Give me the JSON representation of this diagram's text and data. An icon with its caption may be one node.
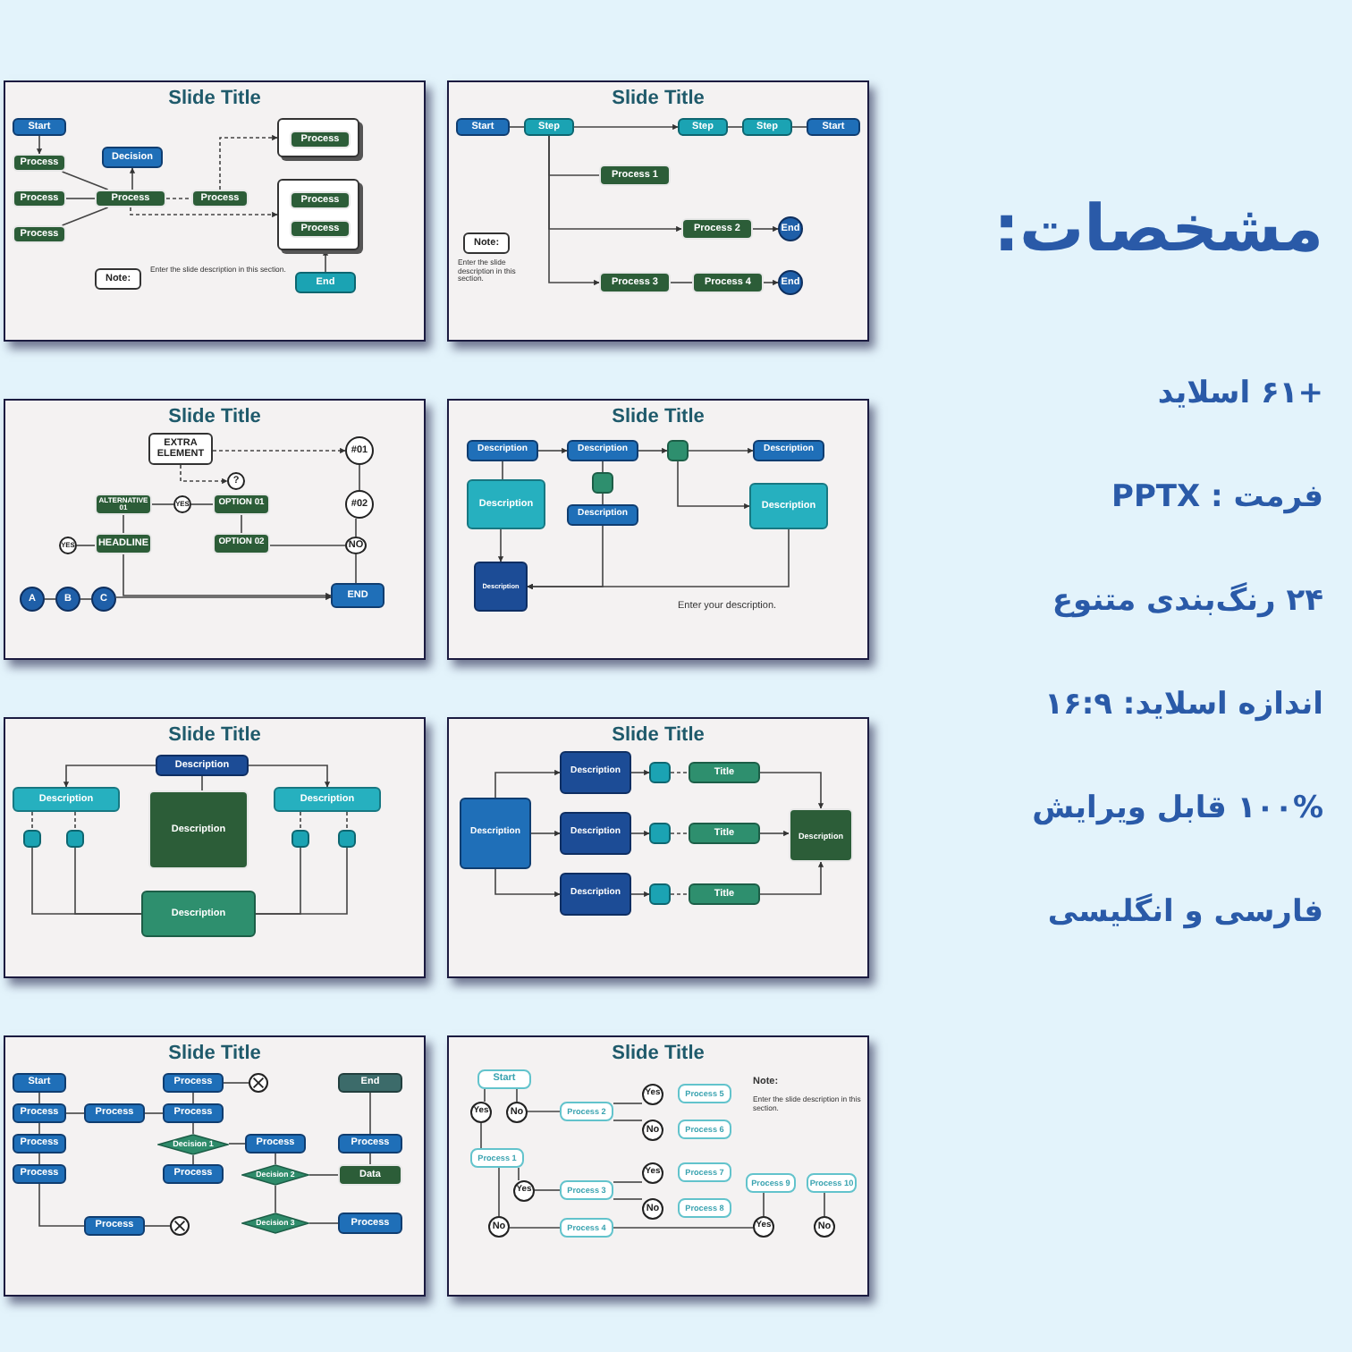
{
  "diagram": {
    "title": "مشخصات:",
    "nodes": [
      {
        "text": [
          "Slide Title"
        ]
      },
      {
        "text": [
          "Start"
        ],
        "in": 0
      },
      {
        "text": [
          "Process"
        ],
        "in": 0
      },
      {
        "text": [
          "Process"
        ],
        "in": 0
      },
      {
        "text": [
          "Process"
        ],
        "in": 0
      },
      {
        "text": [
          "Decision"
        ],
        "in": 0
      },
      {
        "text": [
          "Process"
        ],
        "in": 0
      },
      {
        "text": [
          "Process"
        ],
        "in": 0
      },
      {
        "text": [],
        "shape": "box",
        "in": 0
      },
      {
        "text": [
          "Process"
        ],
        "in": 8
      },
      {
        "text": [],
        "shape": "box",
        "in": 0
      },
      {
        "text": [
          "Process"
        ],
        "in": 10
      },
      {
        "text": [
          "Process"
        ],
        "in": 10
      },
      {
        "text": [
          "End"
        ],
        "in": 0
      },
      {
        "text": [
          "Note:"
        ],
        "in": 0,
        "beside": [
          "Enter the slide description in this section."
        ]
      },
      {
        "text": [
          "Slide Title"
        ]
      },
      {
        "text": [
          "Start"
        ],
        "in": 15
      },
      {
        "text": [
          "Step"
        ],
        "in": 15
      },
      {
        "text": [
          "Step"
        ],
        "in": 15
      },
      {
        "text": [
          "Step"
        ],
        "in": 15
      },
      {
        "text": [
          "Start"
        ],
        "in": 15
      },
      {
        "text": [
          "Process 1"
        ],
        "in": 15
      },
      {
        "text": [
          "Process 2"
        ],
        "in": 15
      },
      {
        "text": [
          "End"
        ],
        "in": 15
      },
      {
        "text": [
          "Process 3"
        ],
        "in": 15
      },
      {
        "text": [
          "Process 4"
        ],
        "in": 15
      },
      {
        "text": [
          "End"
        ],
        "in": 15
      },
      {
        "text": [
          "Note:"
        ],
        "in": 15,
        "beside": [
          "Enter the slide description in this section."
        ]
      },
      {
        "text": [
          "Slide Title"
        ]
      },
      {
        "text": [
          "EXTRA ELEMENT"
        ],
        "in": 28
      },
      {
        "text": [
          "#01"
        ],
        "in": 28
      },
      {
        "text": [
          "?"
        ],
        "in": 28
      },
      {
        "text": [
          "ALTERNATIVE 01"
        ],
        "in": 28
      },
      {
        "text": [
          "YES"
        ],
        "in": 28
      },
      {
        "text": [
          "OPTION 01"
        ],
        "in": 28
      },
      {
        "text": [
          "#02"
        ],
        "in": 28
      },
      {
        "text": [
          "YES"
        ],
        "in": 28
      },
      {
        "text": [
          "HEADLINE"
        ],
        "in": 28
      },
      {
        "text": [
          "OPTION 02"
        ],
        "in": 28
      },
      {
        "text": [
          "NO"
        ],
        "in": 28
      },
      {
        "text": [
          "A"
        ],
        "in": 28
      },
      {
        "text": [
          "B"
        ],
        "in": 28
      },
      {
        "text": [
          "C"
        ],
        "in": 28
      },
      {
        "text": [
          "END"
        ],
        "in": 28
      },
      {
        "text": [
          "Slide Title"
        ]
      },
      {
        "text": [
          "Description"
        ],
        "in": 44
      },
      {
        "text": [
          "Description"
        ],
        "in": 44
      },
      {
        "text": [],
        "shape": "box",
        "in": 44
      },
      {
        "text": [
          "Description"
        ],
        "in": 44
      },
      {
        "text": [
          "Description"
        ],
        "in": 44
      },
      {
        "text": [],
        "shape": "box",
        "in": 44
      },
      {
        "text": [
          "Description"
        ],
        "in": 44
      },
      {
        "text": [
          "Description"
        ],
        "in": 44
      },
      {
        "text": [
          "Description"
        ],
        "in": 44
      },
      {
        "text": [
          "Slide Title"
        ]
      },
      {
        "text": [
          "Description"
        ],
        "in": 54
      },
      {
        "text": [
          "Description"
        ],
        "in": 54
      },
      {
        "text": [
          "Description"
        ],
        "in": 54
      },
      {
        "text": [
          "Description"
        ],
        "in": 54
      },
      {
        "text": [],
        "shape": "box",
        "in": 54
      },
      {
        "text": [],
        "shape": "box",
        "in": 54
      },
      {
        "text": [],
        "shape": "box",
        "in": 54
      },
      {
        "text": [],
        "shape": "box",
        "in": 54
      },
      {
        "text": [
          "Description"
        ],
        "in": 54
      },
      {
        "text": [
          "Slide Title"
        ]
      },
      {
        "text": [
          "Description"
        ],
        "in": 64
      },
      {
        "text": [
          "Description"
        ],
        "in": 64
      },
      {
        "text": [
          "Description"
        ],
        "in": 64
      },
      {
        "text": [
          "Description"
        ],
        "in": 64
      },
      {
        "text": [],
        "shape": "box",
        "in": 64
      },
      {
        "text": [],
        "shape": "box",
        "in": 64
      },
      {
        "text": [],
        "shape": "box",
        "in": 64
      },
      {
        "text": [
          "Title"
        ],
        "in": 64
      },
      {
        "text": [
          "Title"
        ],
        "in": 64
      },
      {
        "text": [
          "Title"
        ],
        "in": 64
      },
      {
        "text": [
          "Description"
        ],
        "in": 64
      },
      {
        "text": [
          "Slide Title"
        ]
      },
      {
        "text": [
          "Start"
        ],
        "in": 76
      },
      {
        "text": [
          "Process"
        ],
        "in": 76
      },
      {
        "text": [
          "Process"
        ],
        "in": 76
      },
      {
        "text": [
          "Process"
        ],
        "in": 76
      },
      {
        "text": [
          "Process"
        ],
        "in": 76
      },
      {
        "text": [
          "Process"
        ],
        "in": 76
      },
      {
        "text": [
          "Process"
        ],
        "in": 76
      },
      {
        "text": [
          "Process"
        ],
        "in": 76
      },
      {
        "text": [
          "Decision 1"
        ],
        "in": 76
      },
      {
        "text": [
          "Process"
        ],
        "in": 76
      },
      {
        "text": [],
        "shape": "circle",
        "in": 76
      },
      {
        "text": [],
        "shape": "circle",
        "in": 76
      },
      {
        "text": [
          "Process"
        ],
        "in": 76
      },
      {
        "text": [
          "Decision 2"
        ],
        "in": 76
      },
      {
        "text": [
          "Decision 3"
        ],
        "in": 76
      },
      {
        "text": [
          "End"
        ],
        "in": 76
      },
      {
        "text": [
          "Process"
        ],
        "in": 76
      },
      {
        "text": [
          "Data"
        ],
        "in": 76
      },
      {
        "text": [
          "Process"
        ],
        "in": 76
      },
      {
        "text": [
          "Slide Title"
        ]
      },
      {
        "text": [
          "Start"
        ],
        "in": 96
      },
      {
        "text": [
          "Yes"
        ],
        "in": 96
      },
      {
        "text": [
          "No"
        ],
        "in": 96
      },
      {
        "text": [
          "Process 2"
        ],
        "in": 96
      },
      {
        "text": [
          "Yes"
        ],
        "in": 96
      },
      {
        "text": [
          "No"
        ],
        "in": 96
      },
      {
        "text": [
          "Process 5"
        ],
        "in": 96
      },
      {
        "text": [
          "Process 6"
        ],
        "in": 96
      },
      {
        "text": [
          "Process 1"
        ],
        "in": 96
      },
      {
        "text": [
          "Yes"
        ],
        "in": 96
      },
      {
        "text": [
          "No"
        ],
        "in": 96
      },
      {
        "text": [
          "Process 3"
        ],
        "in": 96
      },
      {
        "text": [
          "Yes"
        ],
        "in": 96
      },
      {
        "text": [
          "No"
        ],
        "in": 96
      },
      {
        "text": [
          "Process 7"
        ],
        "in": 96
      },
      {
        "text": [
          "Process 8"
        ],
        "in": 96
      },
      {
        "text": [
          "Process 9"
        ],
        "in": 96
      },
      {
        "text": [
          "Process 10"
        ],
        "in": 96
      },
      {
        "text": [
          "Process 4"
        ],
        "in": 96
      },
      {
        "text": [
          "Yes"
        ],
        "in": 96
      },
      {
        "text": [
          "No"
        ],
        "in": 96
      }
    ],
    "edges": [
      {
        "from": 1,
        "to": 2,
        "arrow": "to"
      },
      {
        "from": 2,
        "to": 6,
        "arrow": "none"
      },
      {
        "from": 3,
        "to": 6,
        "arrow": "none"
      },
      {
        "from": 4,
        "to": 6,
        "arrow": "none"
      },
      {
        "from": 6,
        "to": 5,
        "arrow": "to"
      },
      {
        "from": 6,
        "to": 7,
        "arrow": "none",
        "style": "dashed"
      },
      {
        "from": 7,
        "to": 8,
        "arrow": "to",
        "style": "dashed"
      },
      {
        "from": 6,
        "to": 10,
        "arrow": "to",
        "style": "dashed"
      },
      {
        "from": 13,
        "to": 10,
        "arrow": "to"
      },
      {
        "from": 16,
        "to": 17,
        "arrow": "none"
      },
      {
        "from": 17,
        "to": 18,
        "arrow": "to"
      },
      {
        "from": 18,
        "to": 19,
        "arrow": "none"
      },
      {
        "from": 19,
        "to": 20,
        "arrow": "none"
      },
      {
        "from": 17,
        "to": 21,
        "arrow": "none"
      },
      {
        "from": 17,
        "to": 22,
        "arrow": "to"
      },
      {
        "from": 17,
        "to": 24,
        "arrow": "to"
      },
      {
        "from": 22,
        "to": 23,
        "arrow": "to"
      },
      {
        "from": 24,
        "to": 25,
        "arrow": "none"
      },
      {
        "from": 25,
        "to": 26,
        "arrow": "to"
      },
      {
        "from": 29,
        "to": 30,
        "arrow": "to",
        "style": "dashed"
      },
      {
        "from": 29,
        "to": 31,
        "arrow": "to",
        "style": "dashed"
      },
      {
        "from": 32,
        "to": 33,
        "arrow": "none"
      },
      {
        "from": 33,
        "to": 34,
        "arrow": "none"
      },
      {
        "from": 34,
        "to": 38,
        "arrow": "none"
      },
      {
        "from": 32,
        "to": 37,
        "arrow": "none"
      },
      {
        "from": 36,
        "to": 37,
        "arrow": "none"
      },
      {
        "from": 30,
        "to": 35,
        "arrow": "none"
      },
      {
        "from": 35,
        "to": 39,
        "arrow": "none"
      },
      {
        "from": 38,
        "to": 39,
        "arrow": "none"
      },
      {
        "from": 39,
        "to": 43,
        "arrow": "none"
      },
      {
        "from": 40,
        "to": 41,
        "arrow": "none"
      },
      {
        "from": 41,
        "to": 42,
        "arrow": "none"
      },
      {
        "from": 42,
        "to": 43,
        "arrow": "to"
      },
      {
        "from": 37,
        "to": 43,
        "arrow": "to"
      },
      {
        "from": 45,
        "to": 46,
        "arrow": "to"
      },
      {
        "from": 46,
        "to": 47,
        "arrow": "to"
      },
      {
        "from": 47,
        "to": 48,
        "arrow": "to"
      },
      {
        "from": 47,
        "to": 52,
        "arrow": "to"
      },
      {
        "from": 45,
        "to": 49,
        "arrow": "none"
      },
      {
        "from": 49,
        "to": 53,
        "arrow": "to"
      },
      {
        "from": 46,
        "to": 50,
        "arrow": "none"
      },
      {
        "from": 50,
        "to": 51,
        "arrow": "none"
      },
      {
        "from": 51,
        "to": 53,
        "arrow": "to"
      },
      {
        "from": 52,
        "to": 53,
        "arrow": "to"
      },
      {
        "from": 55,
        "to": 56,
        "arrow": "to"
      },
      {
        "from": 55,
        "to": 58,
        "arrow": "to"
      },
      {
        "from": 55,
        "to": 57,
        "arrow": "none"
      },
      {
        "from": 56,
        "to": 59,
        "arrow": "none",
        "style": "dashed"
      },
      {
        "from": 56,
        "to": 60,
        "arrow": "none",
        "style": "dashed"
      },
      {
        "from": 58,
        "to": 61,
        "arrow": "none",
        "style": "dashed"
      },
      {
        "from": 58,
        "to": 62,
        "arrow": "none",
        "style": "dashed"
      },
      {
        "from": 59,
        "to": 63,
        "arrow": "none"
      },
      {
        "from": 60,
        "to": 63,
        "arrow": "none"
      },
      {
        "from": 61,
        "to": 63,
        "arrow": "none"
      },
      {
        "from": 62,
        "to": 63,
        "arrow": "none"
      },
      {
        "from": 65,
        "to": 66,
        "arrow": "to"
      },
      {
        "from": 65,
        "to": 67,
        "arrow": "to"
      },
      {
        "from": 65,
        "to": 68,
        "arrow": "to"
      },
      {
        "from": 66,
        "to": 69,
        "arrow": "to"
      },
      {
        "from": 67,
        "to": 70,
        "arrow": "to"
      },
      {
        "from": 68,
        "to": 71,
        "arrow": "to"
      },
      {
        "from": 69,
        "to": 72,
        "arrow": "none",
        "style": "dashed"
      },
      {
        "from": 70,
        "to": 73,
        "arrow": "none",
        "style": "dashed"
      },
      {
        "from": 71,
        "to": 74,
        "arrow": "none",
        "style": "dashed"
      },
      {
        "from": 72,
        "to": 75,
        "arrow": "to"
      },
      {
        "from": 73,
        "to": 75,
        "arrow": "to"
      },
      {
        "from": 74,
        "to": 75,
        "arrow": "to"
      },
      {
        "from": 77,
        "to": 78,
        "arrow": "none"
      },
      {
        "from": 78,
        "to": 79,
        "arrow": "none"
      },
      {
        "from": 79,
        "to": 80,
        "arrow": "none"
      },
      {
        "from": 78,
        "to": 81,
        "arrow": "none"
      },
      {
        "from": 81,
        "to": 84,
        "arrow": "none"
      },
      {
        "from": 83,
        "to": 87,
        "arrow": "none"
      },
      {
        "from": 83,
        "to": 84,
        "arrow": "none"
      },
      {
        "from": 84,
        "to": 85,
        "arrow": "none"
      },
      {
        "from": 85,
        "to": 86,
        "arrow": "none"
      },
      {
        "from": 85,
        "to": 89,
        "arrow": "none"
      },
      {
        "from": 80,
        "to": 82,
        "arrow": "none"
      },
      {
        "from": 82,
        "to": 88,
        "arrow": "none"
      },
      {
        "from": 89,
        "to": 90,
        "arrow": "none"
      },
      {
        "from": 90,
        "to": 94,
        "arrow": "none"
      },
      {
        "from": 90,
        "to": 91,
        "arrow": "none"
      },
      {
        "from": 91,
        "to": 95,
        "arrow": "none"
      },
      {
        "from": 92,
        "to": 93,
        "arrow": "none"
      },
      {
        "from": 93,
        "to": 94,
        "arrow": "none"
      },
      {
        "from": 97,
        "to": 98,
        "arrow": "none"
      },
      {
        "from": 97,
        "to": 99,
        "arrow": "none"
      },
      {
        "from": 99,
        "to": 100,
        "arrow": "none"
      },
      {
        "from": 100,
        "to": 101,
        "arrow": "none"
      },
      {
        "from": 100,
        "to": 102,
        "arrow": "none"
      },
      {
        "from": 98,
        "to": 105,
        "arrow": "none"
      },
      {
        "from": 105,
        "to": 106,
        "arrow": "none"
      },
      {
        "from": 105,
        "to": 107,
        "arrow": "none"
      },
      {
        "from": 106,
        "to": 108,
        "arrow": "none"
      },
      {
        "from": 108,
        "to": 109,
        "arrow": "none"
      },
      {
        "from": 108,
        "to": 110,
        "arrow": "none"
      },
      {
        "from": 107,
        "to": 115,
        "arrow": "none"
      },
      {
        "from": 115,
        "to": 116,
        "arrow": "none"
      },
      {
        "from": 113,
        "to": 116,
        "arrow": "none"
      },
      {
        "from": 114,
        "to": 117,
        "arrow": "none"
      }
    ],
    "labels": [
      "Enter your description.",
      "Note:",
      "Enter the slide description in this section.",
      "+۶۱ اسلاید",
      "فرمت : PPTX",
      "۲۴ رنگ‌بندی متنوع",
      "اندازه اسلاید: ۱۶:۹",
      "۱۰۰% قابل ویرایش",
      "فارسی و انگلیسی"
    ]
  }
}
